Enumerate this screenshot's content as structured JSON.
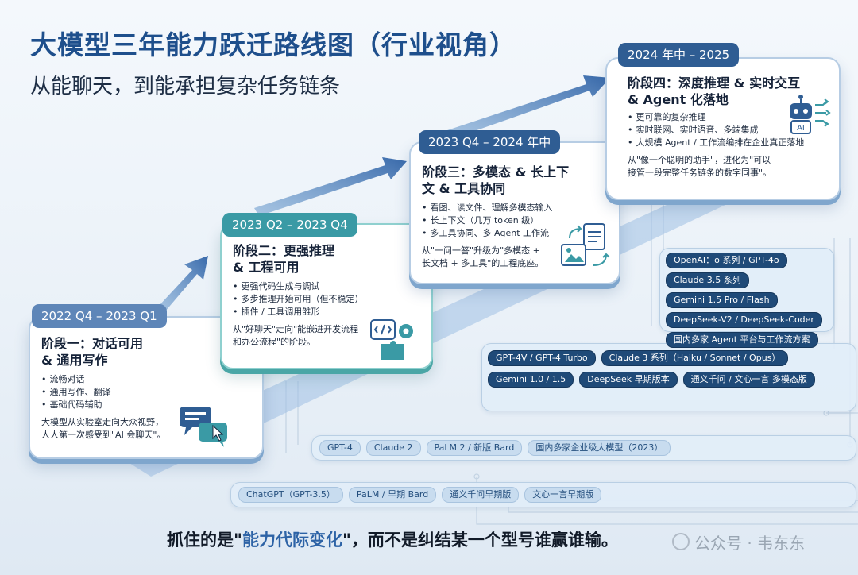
{
  "header": {
    "title": "大模型三年能力跃迁路线图（行业视角）",
    "subtitle": "从能聊天，到能承担复杂任务链条"
  },
  "colors": {
    "primary": "#1e4f8c",
    "teal": "#3a9aa5",
    "chip_dark": "#1f4a78",
    "chip_light": "#c8dcef",
    "highlight": "#2d63a6"
  },
  "stages": [
    {
      "period": "2022 Q4 – 2023 Q1",
      "title": "阶段一：对话可用\n& 通用写作",
      "bullets": [
        "流畅对话",
        "通用写作、翻译",
        "基础代码辅助"
      ],
      "note": "大模型从实验室走向大众视野，\n人人第一次感受到\"AI 会聊天\"。",
      "icon": "chat-bubbles-icon",
      "models": [
        "ChatGPT（GPT-3.5）",
        "PaLM / 早期 Bard",
        "通义千问早期版",
        "文心一言早期版"
      ]
    },
    {
      "period": "2023 Q2 – 2023 Q4",
      "title": "阶段二：更强推理\n& 工程可用",
      "bullets": [
        "更强代码生成与调试",
        "多步推理开始可用（但不稳定）",
        "插件 / 工具调用雏形"
      ],
      "note": "从\"好聊天\"走向\"能嵌进开发流程\n和办公流程\"的阶段。",
      "icon": "code-gear-puzzle-icon",
      "models": [
        "GPT-4",
        "Claude 2",
        "PaLM 2 / 新版 Bard",
        "国内多家企业级大模型（2023）"
      ]
    },
    {
      "period": "2023 Q4 – 2024 年中",
      "title": "阶段三：多模态 & 长上下\n文 & 工具协同",
      "bullets": [
        "看图、读文件、理解多模态输入",
        "长上下文（几万 token 级）",
        "多工具协同、多 Agent 工作流"
      ],
      "note": "从\"一问一答\"升级为\"多模态 +\n长文档 + 多工具\"的工程底座。",
      "icon": "image-document-icon",
      "models": [
        "GPT-4V / GPT-4 Turbo",
        "Claude 3 系列（Haiku / Sonnet / Opus）",
        "Gemini 1.0 / 1.5",
        "DeepSeek 早期版本",
        "通义千问 / 文心一言 多模态版"
      ]
    },
    {
      "period": "2024 年中 – 2025",
      "title": "阶段四：深度推理 & 实时交互\n& Agent 化落地",
      "bullets": [
        "更可靠的复杂推理",
        "实时联网、实时语音、多端集成",
        "大规模 Agent / 工作流编排在企业真正落地"
      ],
      "note": "从\"像一个聪明的助手\"，进化为\"可以\n接管一段完整任务链条的数字同事\"。",
      "icon": "ai-robot-icon",
      "icon_label": "AI",
      "models": [
        "OpenAI：o 系列 / GPT-4o",
        "Claude 3.5 系列",
        "Gemini 1.5 Pro / Flash",
        "DeepSeek-V2 / DeepSeek-Coder",
        "国内多家 Agent 平台与工作流方案"
      ]
    }
  ],
  "footer": {
    "prefix": "抓住的是\"",
    "highlight": "能力代际变化",
    "suffix": "\"，而不是纠结某一个型号谁赢谁输。",
    "watermark": "公众号 · 韦东东"
  }
}
